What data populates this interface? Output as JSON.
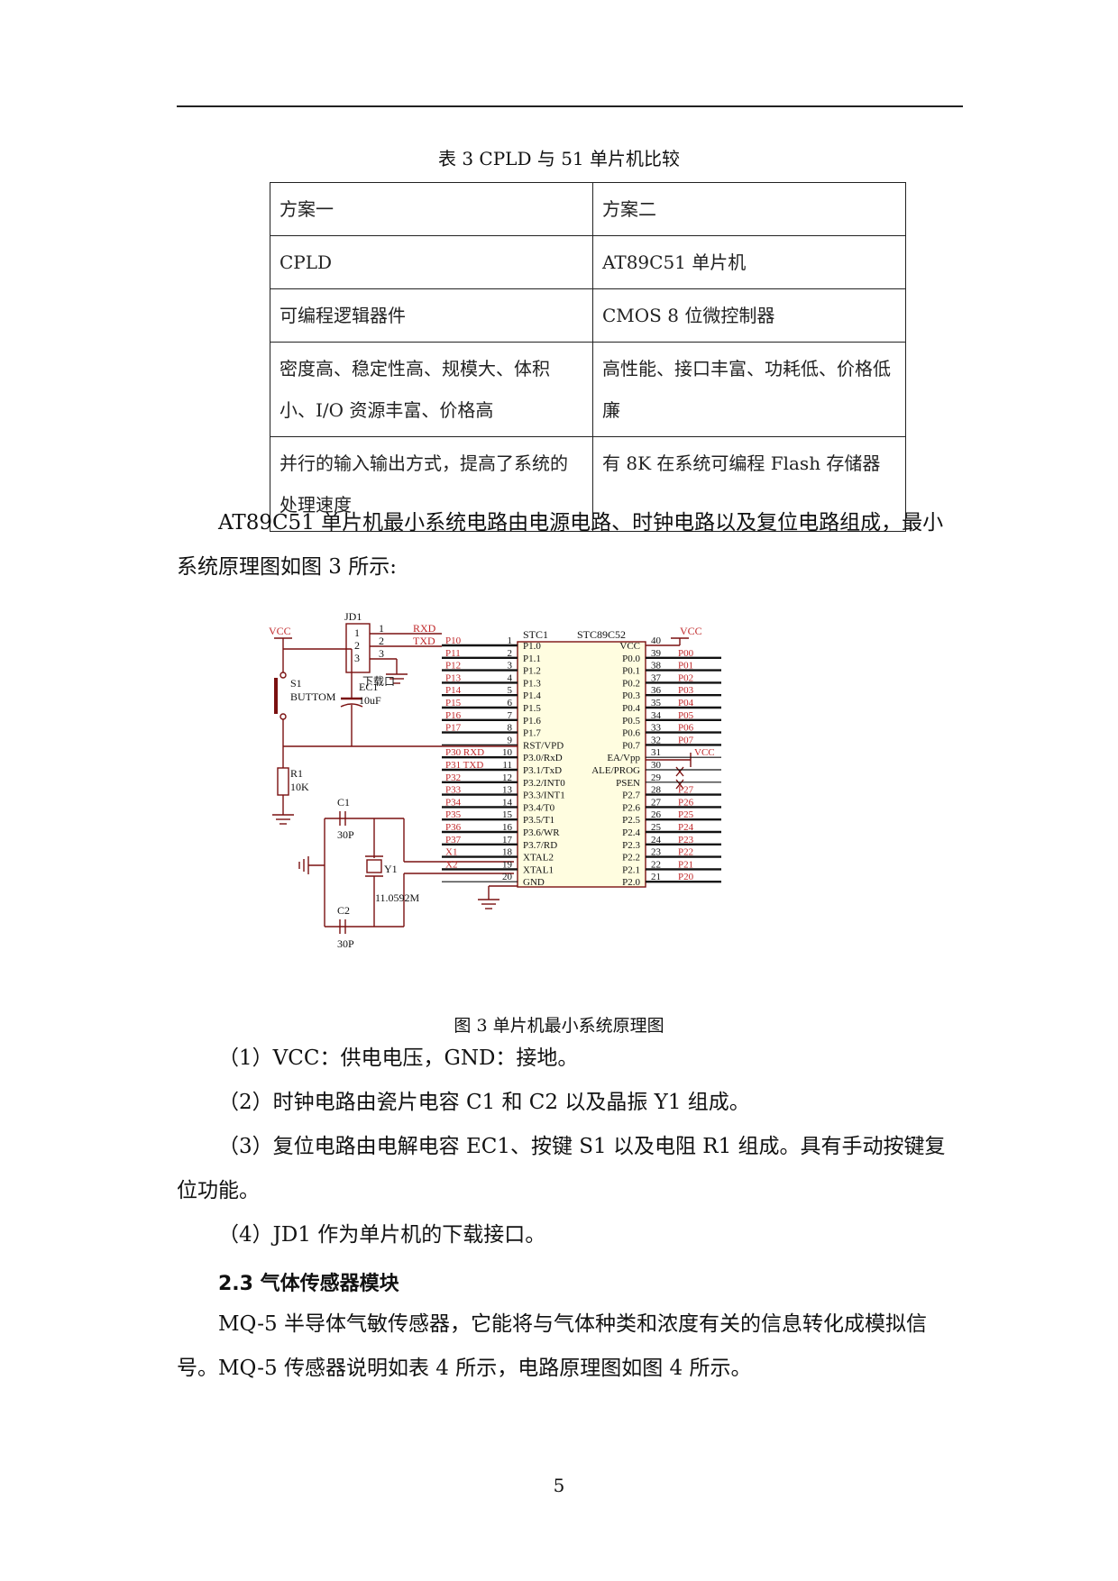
{
  "table": {
    "caption": "表 3 CPLD 与 51 单片机比较",
    "rows": [
      [
        "方案一",
        "方案二"
      ],
      [
        "CPLD",
        "AT89C51 单片机"
      ],
      [
        "可编程逻辑器件",
        "CMOS 8 位微控制器"
      ],
      [
        "密度高、稳定性高、规模大、体积小、I/O 资源丰富、价格高",
        "高性能、接口丰富、功耗低、价格低廉"
      ],
      [
        "并行的输入输出方式，提高了系统的处理速度",
        "有 8K 在系统可编程 Flash 存储器"
      ]
    ]
  },
  "intro_paragraph": "AT89C51 单片机最小系统电路由电源电路、时钟电路以及复位电路组成，最小系统原理图如图 3 所示:",
  "schematic": {
    "vcc": "VCC",
    "chip_ref": "STC1",
    "chip_name": "STC89C52",
    "jd1_ref": "JD1",
    "jd1_pins": [
      "1",
      "2",
      "3"
    ],
    "jd1_nets": [
      "RXD",
      "TXD"
    ],
    "jd1_label": "下载口",
    "s1_ref": "S1",
    "s1_name": "BUTTOM",
    "ec1_ref": "EC1",
    "ec1_value": "10uF",
    "r1_ref": "R1",
    "r1_value": "10K",
    "c1_ref": "C1",
    "c1_value": "30P",
    "c2_ref": "C2",
    "c2_value": "30P",
    "y1_ref": "Y1",
    "y1_value": "11.0592M",
    "left_pins": [
      {
        "net": "P10",
        "num": "1",
        "name": "P1.0"
      },
      {
        "net": "P11",
        "num": "2",
        "name": "P1.1"
      },
      {
        "net": "P12",
        "num": "3",
        "name": "P1.2"
      },
      {
        "net": "P13",
        "num": "4",
        "name": "P1.3"
      },
      {
        "net": "P14",
        "num": "5",
        "name": "P1.4"
      },
      {
        "net": "P15",
        "num": "6",
        "name": "P1.5"
      },
      {
        "net": "P16",
        "num": "7",
        "name": "P1.6"
      },
      {
        "net": "P17",
        "num": "8",
        "name": "P1.7"
      },
      {
        "net": "",
        "num": "9",
        "name": "RST/VPD"
      },
      {
        "net": "P30  RXD",
        "num": "10",
        "name": "P3.0/RxD"
      },
      {
        "net": "P31  TXD",
        "num": "11",
        "name": "P3.1/TxD"
      },
      {
        "net": "P32",
        "num": "12",
        "name": "P3.2/INT0"
      },
      {
        "net": "P33",
        "num": "13",
        "name": "P3.3/INT1"
      },
      {
        "net": "P34",
        "num": "14",
        "name": "P3.4/T0"
      },
      {
        "net": "P35",
        "num": "15",
        "name": "P3.5/T1"
      },
      {
        "net": "P36",
        "num": "16",
        "name": "P3.6/WR"
      },
      {
        "net": "P37",
        "num": "17",
        "name": "P3.7/RD"
      },
      {
        "net": "X1",
        "num": "18",
        "name": "XTAL2"
      },
      {
        "net": "X2",
        "num": "19",
        "name": "XTAL1"
      },
      {
        "net": "",
        "num": "20",
        "name": "GND"
      }
    ],
    "right_pins": [
      {
        "net": "",
        "num": "40",
        "name": "VCC"
      },
      {
        "net": "P00",
        "num": "39",
        "name": "P0.0"
      },
      {
        "net": "P01",
        "num": "38",
        "name": "P0.1"
      },
      {
        "net": "P02",
        "num": "37",
        "name": "P0.2"
      },
      {
        "net": "P03",
        "num": "36",
        "name": "P0.3"
      },
      {
        "net": "P04",
        "num": "35",
        "name": "P0.4"
      },
      {
        "net": "P05",
        "num": "34",
        "name": "P0.5"
      },
      {
        "net": "P06",
        "num": "33",
        "name": "P0.6"
      },
      {
        "net": "P07",
        "num": "32",
        "name": "P0.7"
      },
      {
        "net": "VCC",
        "num": "31",
        "name": "EA/Vpp"
      },
      {
        "net": "",
        "num": "30",
        "name": "ALE/PROG"
      },
      {
        "net": "",
        "num": "29",
        "name": "PSEN"
      },
      {
        "net": "P27",
        "num": "28",
        "name": "P2.7"
      },
      {
        "net": "P26",
        "num": "27",
        "name": "P2.6"
      },
      {
        "net": "P25",
        "num": "26",
        "name": "P2.5"
      },
      {
        "net": "P24",
        "num": "25",
        "name": "P2.4"
      },
      {
        "net": "P23",
        "num": "24",
        "name": "P2.3"
      },
      {
        "net": "P22",
        "num": "23",
        "name": "P2.2"
      },
      {
        "net": "P21",
        "num": "22",
        "name": "P2.1"
      },
      {
        "net": "P20",
        "num": "21",
        "name": "P2.0"
      }
    ]
  },
  "figure_caption": "图 3 单片机最小系统原理图",
  "list_items": [
    "（1）VCC：供电电压，GND：接地。",
    "（2）时钟电路由瓷片电容 C1 和 C2 以及晶振 Y1 组成。",
    "（3）复位电路由电解电容 EC1、按键 S1 以及电阻 R1 组成。具有手动按键复位功能。",
    "（4）JD1 作为单片机的下载接口。"
  ],
  "section_heading": "2.3 气体传感器模块",
  "section_paragraph": "MQ-5 半导体气敏传感器，它能将与气体种类和浓度有关的信息转化成模拟信号。MQ-5 传感器说明如表 4 所示，电路原理图如图 4 所示。",
  "page_number": "5"
}
